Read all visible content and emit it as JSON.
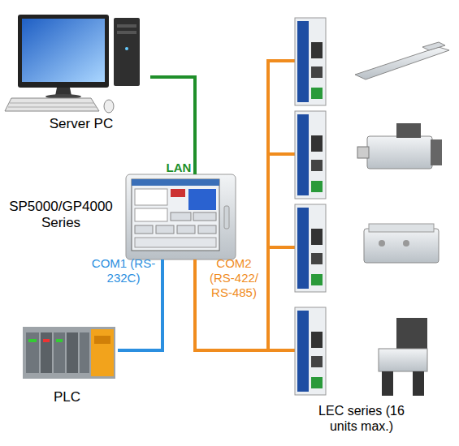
{
  "diagram": {
    "nodes": [
      {
        "text": [
          "Server PC"
        ]
      },
      {
        "text": [
          "SP5000/GP4000 Series"
        ]
      },
      {
        "text": [
          "PLC"
        ]
      },
      {
        "text": [
          "LEC series (16 units max.)"
        ]
      }
    ],
    "edges": [
      {
        "from": 0,
        "to": 1,
        "arrow": "none",
        "label": "LAN"
      },
      {
        "from": 1,
        "to": 2,
        "arrow": "none",
        "label": "COM1 (RS-232C)"
      },
      {
        "from": 1,
        "to": 3,
        "arrow": "none",
        "label": "COM2 (RS-422/ RS-485)"
      }
    ]
  }
}
